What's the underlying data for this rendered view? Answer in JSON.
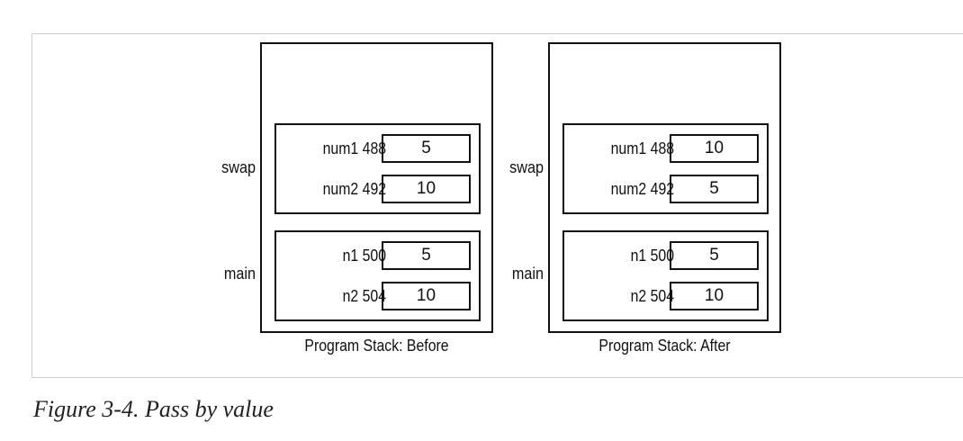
{
  "diagram": {
    "before": {
      "caption": "Program Stack: Before",
      "frames": {
        "swap": {
          "label": "swap",
          "vars": [
            {
              "name": "num1 488",
              "value": "5"
            },
            {
              "name": "num2 492",
              "value": "10"
            }
          ]
        },
        "main": {
          "label": "main",
          "vars": [
            {
              "name": "n1 500",
              "value": "5"
            },
            {
              "name": "n2 504",
              "value": "10"
            }
          ]
        }
      }
    },
    "after": {
      "caption": "Program Stack: After",
      "frames": {
        "swap": {
          "label": "swap",
          "vars": [
            {
              "name": "num1 488",
              "value": "10"
            },
            {
              "name": "num2 492",
              "value": "5"
            }
          ]
        },
        "main": {
          "label": "main",
          "vars": [
            {
              "name": "n1 500",
              "value": "5"
            },
            {
              "name": "n2 504",
              "value": "10"
            }
          ]
        }
      }
    }
  },
  "figure_caption": "Figure 3-4. Pass by value"
}
